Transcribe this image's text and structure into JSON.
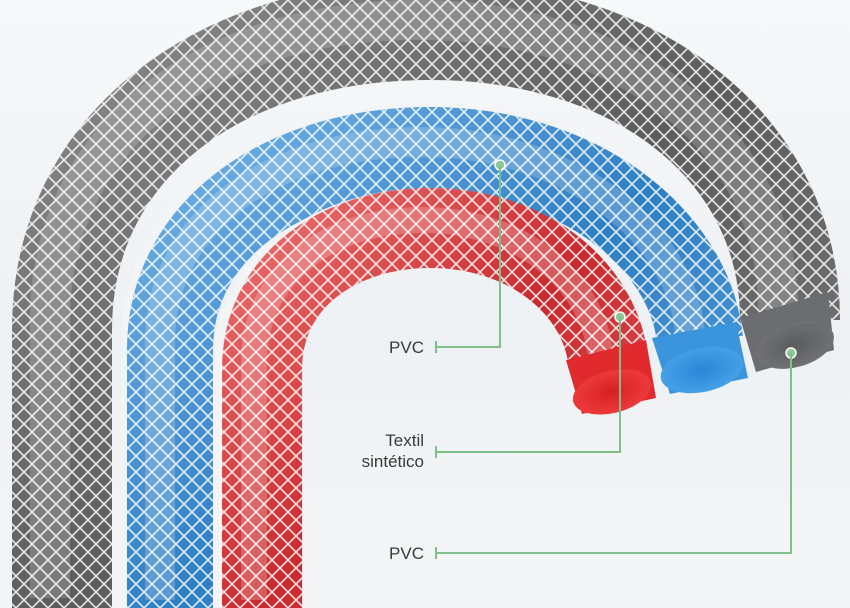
{
  "labels": {
    "pvc_inner": "PVC",
    "textile": "Textil\nsintético",
    "pvc_outer": "PVC"
  },
  "colors": {
    "background": "#f1f4f7",
    "hose_grey": "#6e6e6e",
    "hose_blue": "#3d8fd3",
    "hose_red": "#d9383a",
    "mesh": "#ffffff",
    "leader_line": "#7fbf8a",
    "label_text": "#3a3a3a"
  }
}
